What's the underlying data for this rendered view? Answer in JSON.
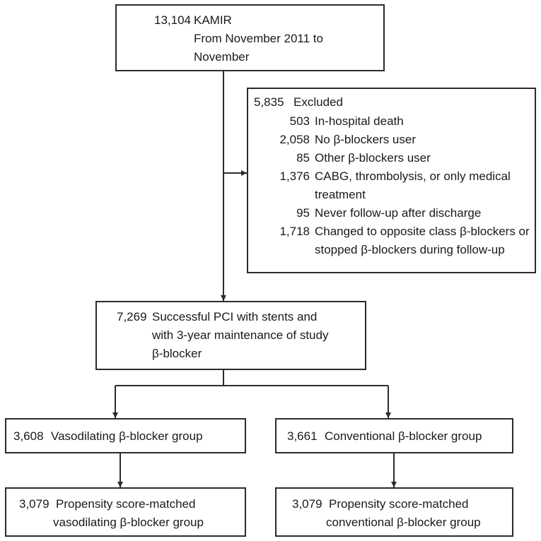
{
  "top": {
    "count": "13,104",
    "title": "KAMIR",
    "line2": "From November 2011 to",
    "line3": "November"
  },
  "excluded": {
    "count": "5,835",
    "label": "Excluded",
    "items": [
      {
        "count": "503",
        "text": "In-hospital death"
      },
      {
        "count": "2,058",
        "text": "No β-blockers user"
      },
      {
        "count": "85",
        "text": "Other β-blockers user"
      },
      {
        "count": "1,376",
        "text": "CABG, thrombolysis, or only medical",
        "text2": "treatment"
      },
      {
        "count": "95",
        "text": "Never follow-up after discharge"
      },
      {
        "count": "1,718",
        "text": "Changed to opposite class β-blockers or",
        "text2": "stopped β-blockers during follow-up"
      }
    ]
  },
  "middle": {
    "count": "7,269",
    "line1": "Successful PCI with stents and",
    "line2": "with 3-year maintenance of study",
    "line3": "β-blocker"
  },
  "vaso_group": {
    "count": "3,608",
    "text": "Vasodilating β-blocker group"
  },
  "conv_group": {
    "count": "3,661",
    "text": "Conventional β-blocker group"
  },
  "vaso_matched": {
    "count": "3,079",
    "line1": "Propensity score-matched",
    "line2": "vasodilating β-blocker group"
  },
  "conv_matched": {
    "count": "3,079",
    "line1": "Propensity score-matched",
    "line2": "conventional β-blocker group"
  }
}
